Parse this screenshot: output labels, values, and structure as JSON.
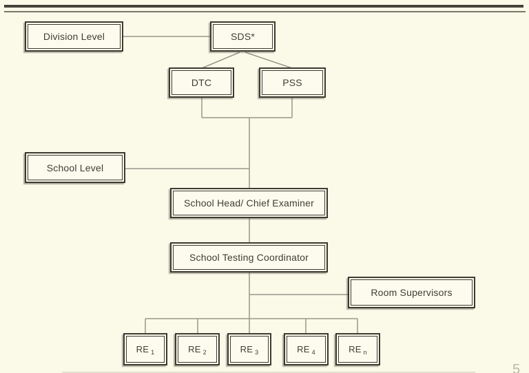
{
  "slide": {
    "page_number": "5",
    "colors": {
      "background": "#fbfae9",
      "box_fill": "#fcfbee",
      "box_border": "#3c392f",
      "connector": "#98968a",
      "text": "#403d33",
      "rule_thick": "#45433a",
      "rule_thin": "#787669",
      "page_number": "#b9b7a8"
    },
    "nodes": {
      "division_level": "Division Level",
      "sds": "SDS*",
      "dtc": "DTC",
      "pss": "PSS",
      "school_level": "School Level",
      "school_head": "School Head/ Chief Examiner",
      "school_testing_coordinator": "School Testing Coordinator",
      "room_supervisors": "Room Supervisors",
      "room_examiners": [
        {
          "base": "RE",
          "sub": "1"
        },
        {
          "base": "RE",
          "sub": "2"
        },
        {
          "base": "RE",
          "sub": "3"
        },
        {
          "base": "RE",
          "sub": "4"
        },
        {
          "base": "RE",
          "sub": "n"
        }
      ]
    }
  }
}
